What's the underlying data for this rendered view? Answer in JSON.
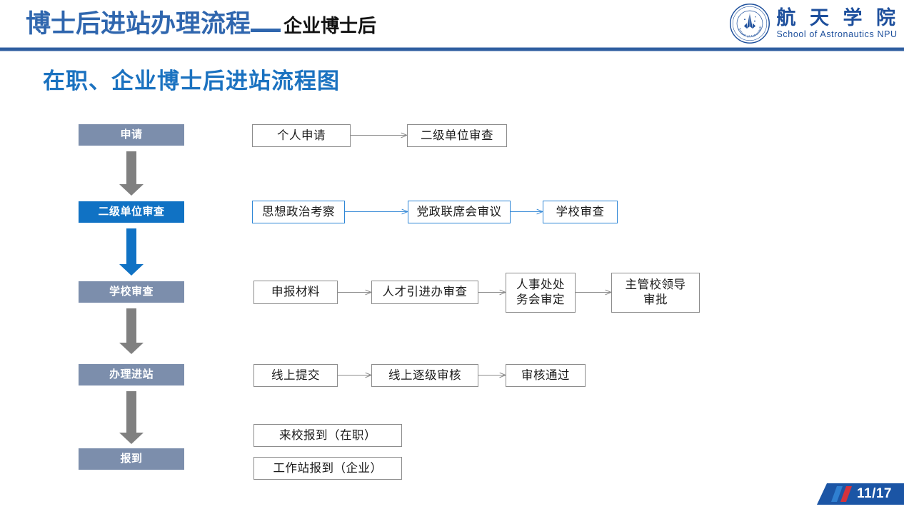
{
  "header": {
    "title_main": "博士后进站办理流程",
    "title_sub": "企业博士后",
    "logo": {
      "seal_ring_text": "School of Astronautics",
      "name_cn": "航 天 学 院",
      "name_en": "School of Astronautics NPU"
    }
  },
  "page_subtitle": "在职、企业博士后进站流程图",
  "colors": {
    "title_blue": "#2f66ae",
    "subtitle_blue": "#1b72c0",
    "stage_default": "#7c8eac",
    "stage_active": "#1072c4",
    "node_border": "#8c8c8c",
    "node_border_active": "#2e86d6",
    "arrow_gray": "#808080",
    "badge_blue": "#1b55a5",
    "badge_red": "#d4323c"
  },
  "flow": {
    "stages": [
      {
        "label": "申请",
        "active": false
      },
      {
        "label": "二级单位审查",
        "active": true
      },
      {
        "label": "学校审查",
        "active": false
      },
      {
        "label": "办理进站",
        "active": false
      },
      {
        "label": "报到",
        "active": false
      }
    ],
    "rows": [
      {
        "stage": "申请",
        "active": false,
        "nodes": [
          "个人申请",
          "二级单位审查"
        ]
      },
      {
        "stage": "二级单位审查",
        "active": true,
        "nodes": [
          "思想政治考察",
          "党政联席会审议",
          "学校审查"
        ]
      },
      {
        "stage": "学校审查",
        "active": false,
        "nodes": [
          "申报材料",
          "人才引进办审查",
          "人事处处\n务会审定",
          "主管校领导\n审批"
        ]
      },
      {
        "stage": "办理进站",
        "active": false,
        "nodes": [
          "线上提交",
          "线上逐级审核",
          "审核通过"
        ]
      },
      {
        "stage": "报到",
        "active": false,
        "nodes": [
          "来校报到（在职）",
          "工作站报到（企业）"
        ]
      }
    ],
    "node_labels": {
      "r1n1": "个人申请",
      "r1n2": "二级单位审查",
      "r2n1": "思想政治考察",
      "r2n2": "党政联席会审议",
      "r2n3": "学校审查",
      "r3n1": "申报材料",
      "r3n2": "人才引进办审查",
      "r3n3a": "人事处处",
      "r3n3b": "务会审定",
      "r3n4a": "主管校领导",
      "r3n4b": "审批",
      "r4n1": "线上提交",
      "r4n2": "线上逐级审核",
      "r4n3": "审核通过",
      "r5n1": "来校报到（在职）",
      "r5n2": "工作站报到（企业）"
    }
  },
  "footer": {
    "page_indicator": "11/17"
  }
}
